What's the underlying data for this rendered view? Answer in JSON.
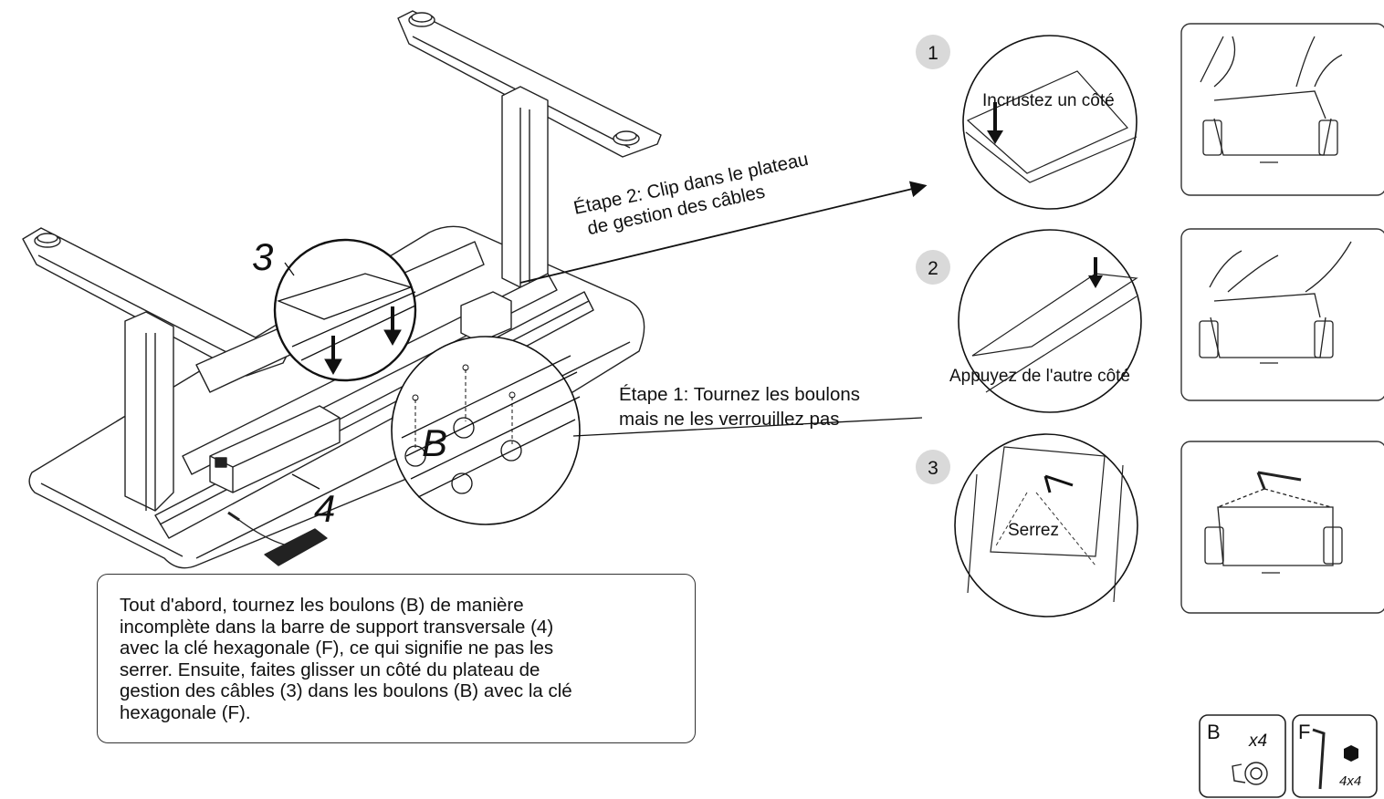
{
  "big_numbers": {
    "tray": "3",
    "crossbar": "4"
  },
  "bolt_letter": "B",
  "steps": {
    "step2": [
      "Étape 2: Clip dans le plateau",
      "de gestion des câbles"
    ],
    "step1": [
      "Étape 1: Tournez les boulons",
      "mais ne les verrouillez pas"
    ]
  },
  "detail_steps": [
    {
      "number": "1",
      "caption": "Incrustez un côté"
    },
    {
      "number": "2",
      "caption": "Appuyez de l'autre côté"
    },
    {
      "number": "3",
      "caption": "Serrez"
    }
  ],
  "description": [
    "Tout d'abord, tournez les boulons (B) de manière",
    "incomplète dans la barre de support transversale (4)",
    "avec la clé hexagonale (F), ce qui signifie ne pas les",
    "serrer. Ensuite, faites glisser un côté du plateau de",
    "gestion des câbles (3) dans les boulons (B) avec la clé",
    "hexagonale (F)."
  ],
  "parts": [
    {
      "letter": "B",
      "qty": "x4"
    },
    {
      "letter": "F",
      "qty": "4x4"
    }
  ]
}
